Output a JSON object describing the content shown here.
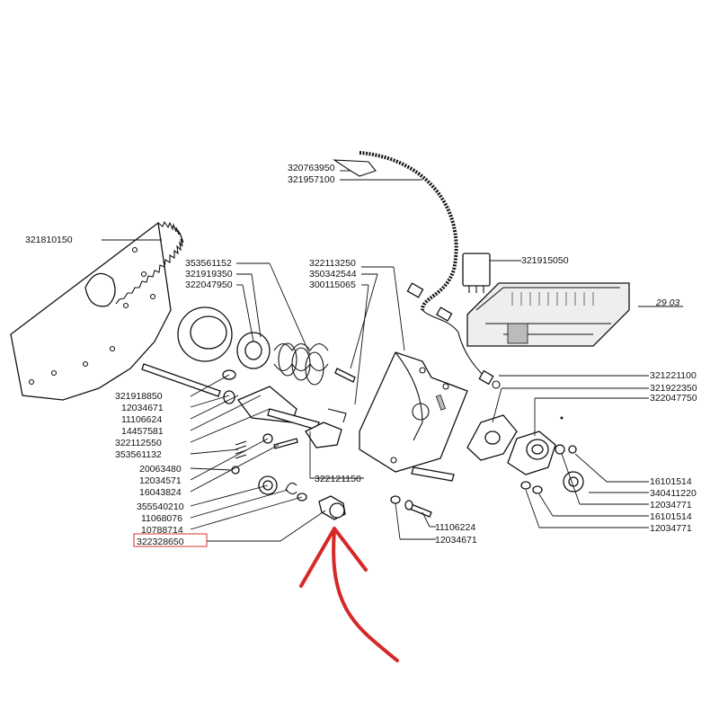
{
  "labels": {
    "p321810150": "321810150",
    "p320763950": "320763950",
    "p321957100": "321957100",
    "p321915050": "321915050",
    "p353561152": "353561152",
    "p321919350": "321919350",
    "p322047950": "322047950",
    "p322113250": "322113250",
    "p350342544": "350342544",
    "p300115065": "300115065",
    "p2903": "29 03",
    "p321918850": "321918850",
    "p12034671a": "12034671",
    "p11106624a": "11106624",
    "p14457581": "14457581",
    "p322112550": "322112550",
    "p353561132": "353561132",
    "p20063480": "20063480",
    "p12034571": "12034571",
    "p16043824": "16043824",
    "p322121150": "322121150",
    "p355540210": "355540210",
    "p11068076": "11068076",
    "p10788714": "10788714",
    "p322328650": "322328650",
    "p11106224b": "11106224",
    "p12034671b": "12034671",
    "p321221100": "321221100",
    "p321922350": "321922350",
    "p322047750": "322047750",
    "p16101514a": "16101514",
    "p340411220": "340411220",
    "p12034771a": "12034771",
    "p16101514b": "16101514",
    "p12034771b": "12034771"
  },
  "highlight": {
    "target_part": "322328650",
    "box_color": "#d9534f",
    "arrow_color": "#d62828"
  }
}
